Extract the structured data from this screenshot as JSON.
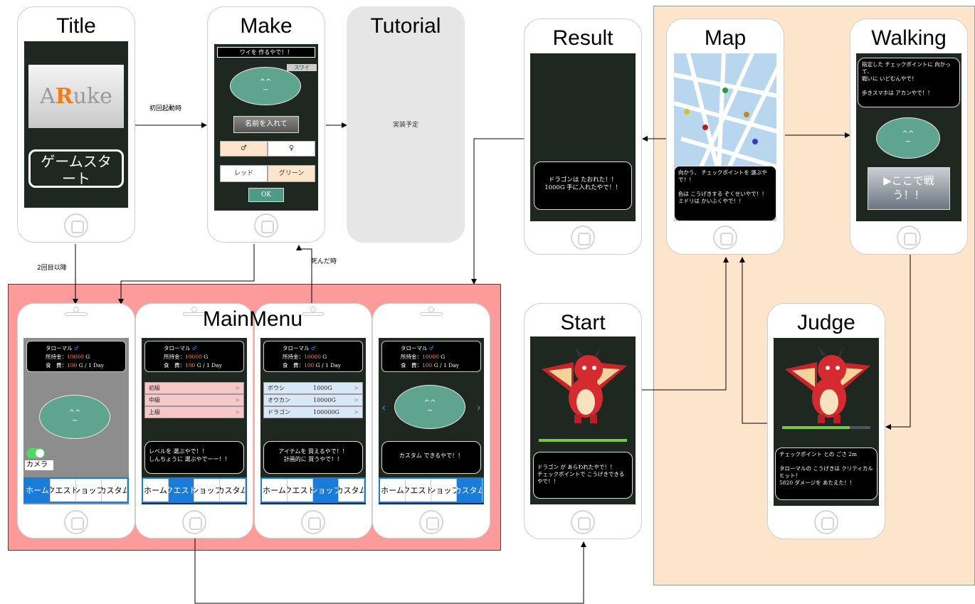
{
  "screens": {
    "title": {
      "name": "Title",
      "logo_a": "A",
      "logo_r": "R",
      "logo_rest": "uke",
      "start_button": "ゲームスタート"
    },
    "make": {
      "name": "Make",
      "header": "ワイを 作るやで！！",
      "sprite_tag": "スワイ",
      "egg": "^^\n~",
      "name_button": "名前を入れて",
      "male": "♂",
      "female": "♀",
      "color_red": "レッド",
      "color_green": "グリーン",
      "ok": "OK"
    },
    "tutorial": {
      "name": "Tutorial",
      "body": "実装予定"
    },
    "result": {
      "name": "Result",
      "message": "ドラゴンは たおれた！！\n1000G 手に入れたやで！！"
    },
    "map": {
      "name": "Map",
      "message": "向かう、 チェックポイントを 選ぶやで！！\n\n色は こうげきする ぞくせいやで！！\nミドリは かいふくやで！！"
    },
    "walking": {
      "name": "Walking",
      "message": "指定した チェックポイントに 向かって、\n戦いに いどむんやで！\n\n歩きスマホは アカンやで！！",
      "egg": "^^\n~",
      "fight_button": "▶ここで戦う！！"
    },
    "start": {
      "name": "Start",
      "message": "ドラゴン が あらわれたやで！！\nチェックポイントで こうげきできるやで！！"
    },
    "judge": {
      "name": "Judge",
      "message": "チェックポイント との ごさ 2m\n\nタローマルの こうげきは クリティカルヒット！\n5820 ダメージを あたえた！！"
    },
    "mainmenu": {
      "name": "MainMenu",
      "status": {
        "pet": "タローマル",
        "gender": "♂",
        "money_label": "所持金：",
        "money": "10000",
        "money_unit": " G",
        "food_label": "食　費：",
        "food": "100",
        "food_unit": " G / 1 Day"
      },
      "egg": "^^\n~",
      "camera_label": "カメラ",
      "tabs": [
        "ホーム",
        "クエスト",
        "ショップ",
        "カスタム"
      ],
      "quest_rows": [
        "初級",
        "中級",
        "上級"
      ],
      "quest_message": "レベルを 選ぶやで！！\nしんちょうに 選ぶやでーー！！",
      "shop_rows": [
        {
          "item": "ボウシ",
          "price": "1000G"
        },
        {
          "item": "オウカン",
          "price": "10000G"
        },
        {
          "item": "ドラゴン",
          "price": "100000G"
        }
      ],
      "shop_message": "アイテムを 買えるやで！！\n計画的に 買うやで！！",
      "custom_message": "カスタム できるやで！！"
    }
  },
  "edges": {
    "first_launch": "初回起動時",
    "second_time": "2回目以降",
    "on_death": "死んだ時"
  },
  "colors": {
    "mainmenu_bg": "#fd9b9b",
    "adventure_bg": "#fde5cb",
    "screen_bg": "#1f2721",
    "egg": "#5fa48e",
    "tab_active": "#1a7bd8"
  }
}
